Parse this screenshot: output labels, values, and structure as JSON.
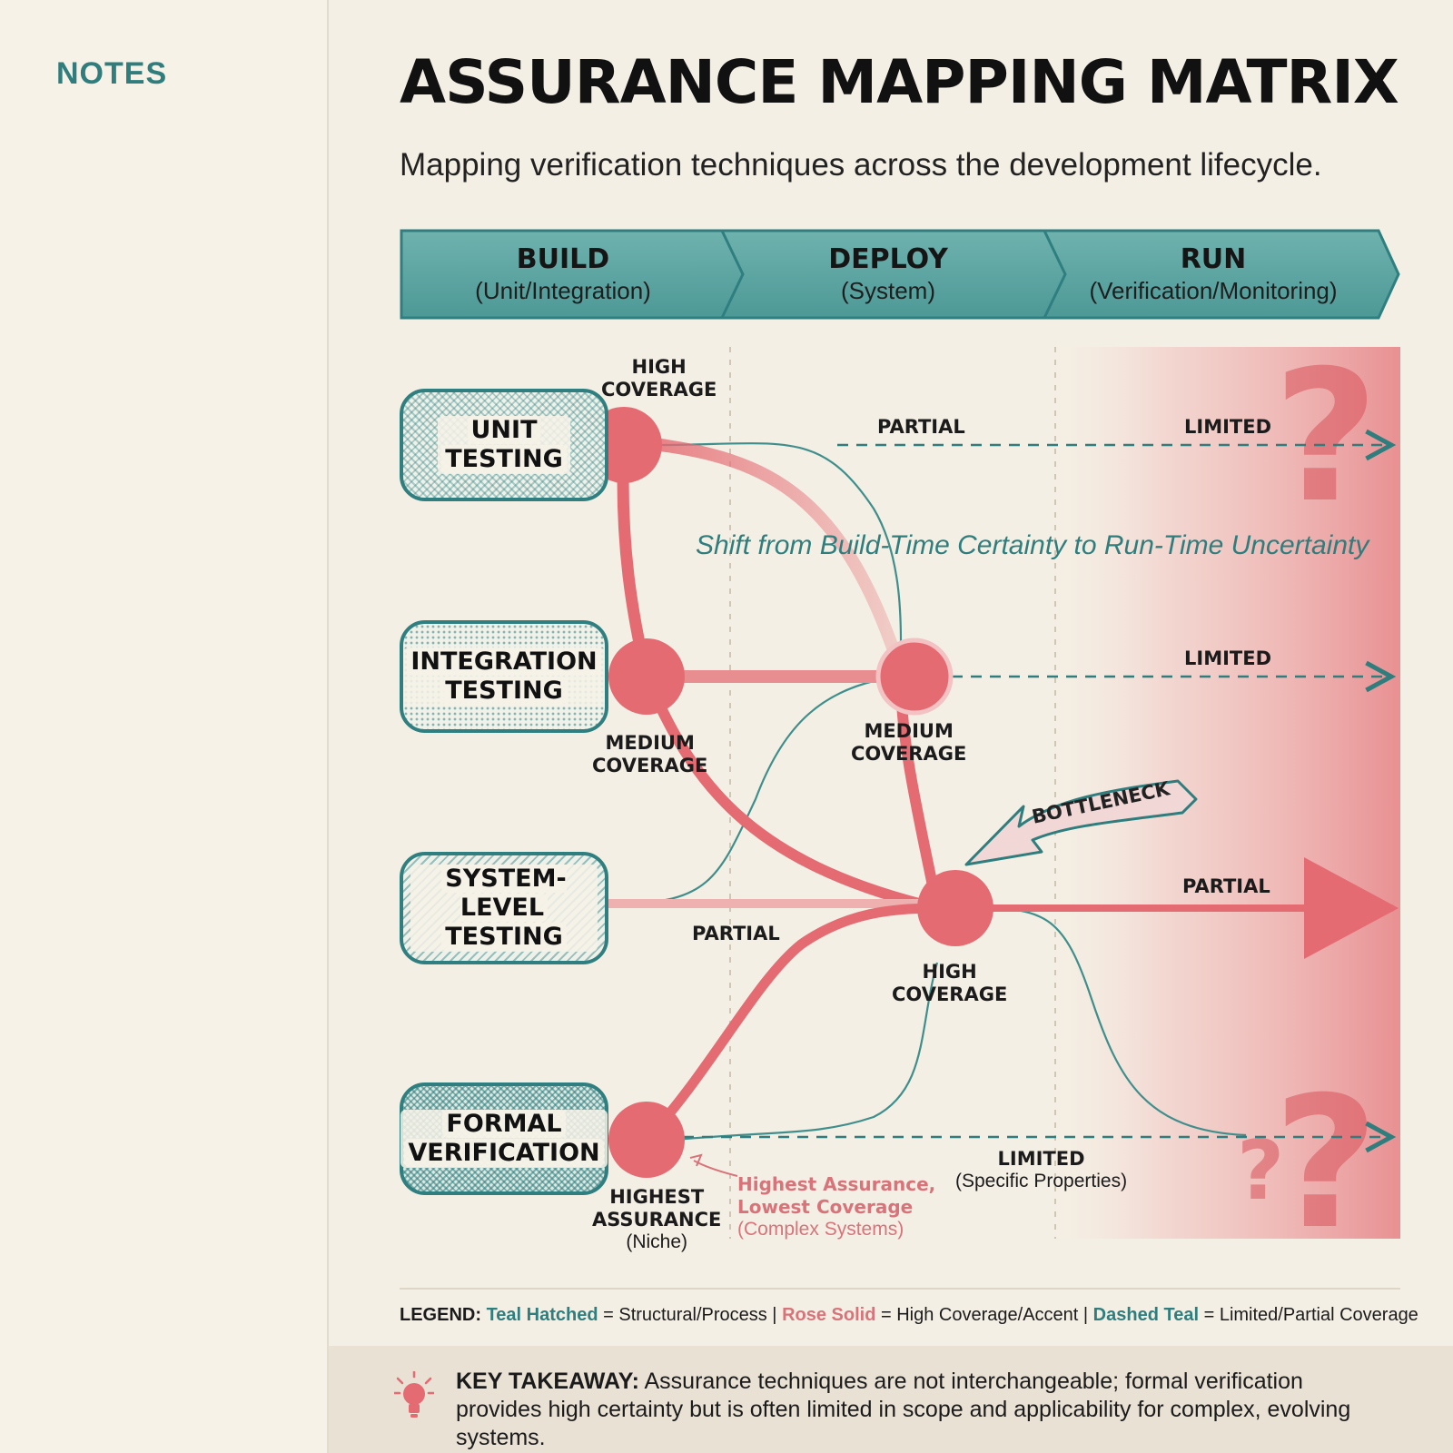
{
  "sidebar": {
    "title": "NOTES"
  },
  "header": {
    "title": "ASSURANCE MAPPING MATRIX",
    "subtitle": "Mapping verification techniques across the development lifecycle."
  },
  "phases": [
    {
      "name": "BUILD",
      "sub": "(Unit/Integration)"
    },
    {
      "name": "DEPLOY",
      "sub": "(System)"
    },
    {
      "name": "RUN",
      "sub": "(Verification/Monitoring)"
    }
  ],
  "techniques": [
    {
      "line1": "UNIT",
      "line2": "TESTING"
    },
    {
      "line1": "INTEGRATION",
      "line2": "TESTING"
    },
    {
      "line1": "SYSTEM-LEVEL",
      "line2": "TESTING"
    },
    {
      "line1": "FORMAL",
      "line2": "VERIFICATION"
    }
  ],
  "node_labels": {
    "unit_high": {
      "line1": "HIGH",
      "line2": "COVERAGE"
    },
    "integration_medium": {
      "line1": "MEDIUM",
      "line2": "COVERAGE"
    },
    "deploy_medium": {
      "line1": "MEDIUM",
      "line2": "COVERAGE"
    },
    "system_high": {
      "line1": "HIGH",
      "line2": "COVERAGE"
    },
    "formal_highest": {
      "line1": "HIGHEST",
      "line2": "ASSURANCE",
      "line3": "(Niche)"
    }
  },
  "edge_labels": {
    "unit_partial": "PARTIAL",
    "unit_limited": "LIMITED",
    "integration_limited": "LIMITED",
    "system_partial_run": "PARTIAL",
    "system_partial_build": "PARTIAL",
    "formal_limited": "LIMITED",
    "formal_limited_sub": "(Specific Properties)"
  },
  "shift_text": "Shift from Build-Time Certainty to Run-Time Uncertainty",
  "bottleneck": "BOTTLENECK",
  "annotation": {
    "line1": "Highest Assurance,",
    "line2": "Lowest Coverage",
    "line3": "(Complex Systems)"
  },
  "legend": {
    "prefix": "LEGEND:",
    "k1": "Teal Hatched",
    "v1": "= Structural/Process |",
    "k2": "Rose Solid",
    "v2": "= High Coverage/Accent |",
    "k3": "Dashed Teal",
    "v3": "= Limited/Partial Coverage"
  },
  "takeaway": {
    "label": "KEY TAKEAWAY:",
    "text": "Assurance techniques are not interchangeable; formal verification provides high certainty but is often limited in scope and applicability for complex, evolving systems."
  },
  "colors": {
    "teal": "#2f7d7d",
    "rose": "#e56b73",
    "background": "#f4efe4"
  },
  "icons": [
    "lightbulb-icon",
    "question-mark-icon",
    "bottleneck-arrow-icon"
  ]
}
